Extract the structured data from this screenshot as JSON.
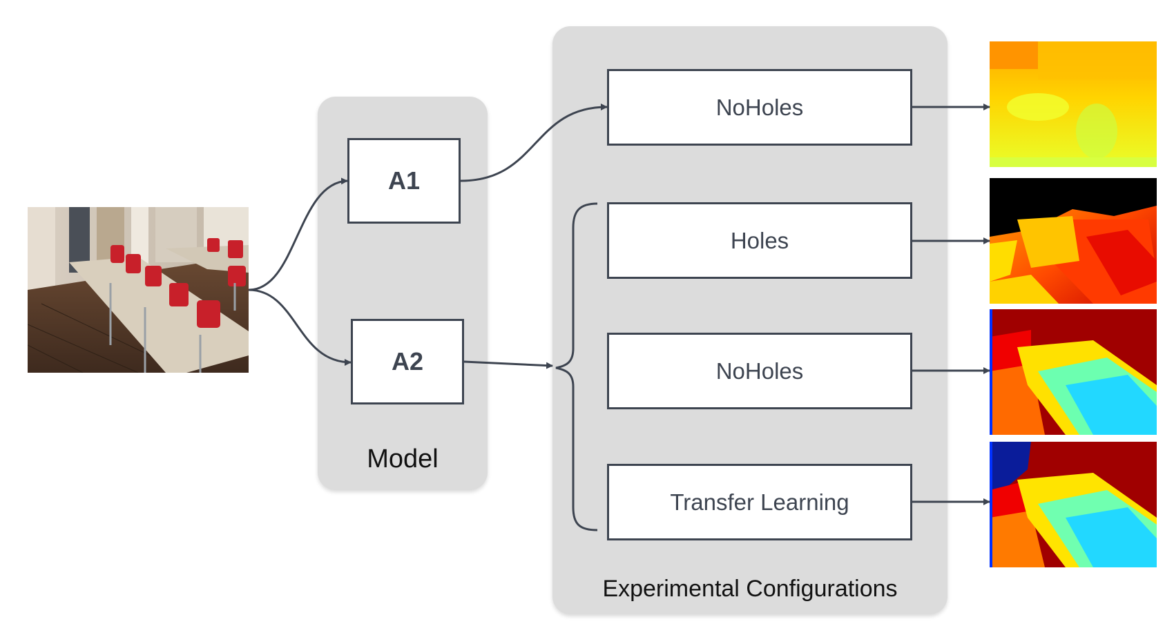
{
  "model_panel": {
    "label": "Model"
  },
  "models": [
    {
      "label": "A1"
    },
    {
      "label": "A2"
    }
  ],
  "config_panel": {
    "label": "Experimental Configurations"
  },
  "configurations": [
    {
      "label": "NoHoles"
    },
    {
      "label": "Holes"
    },
    {
      "label": "NoHoles"
    },
    {
      "label": "Transfer Learning"
    }
  ],
  "colors": {
    "panel_bg": "#dcdcdc",
    "box_border": "#3d4450",
    "arrow": "#3d4450"
  }
}
